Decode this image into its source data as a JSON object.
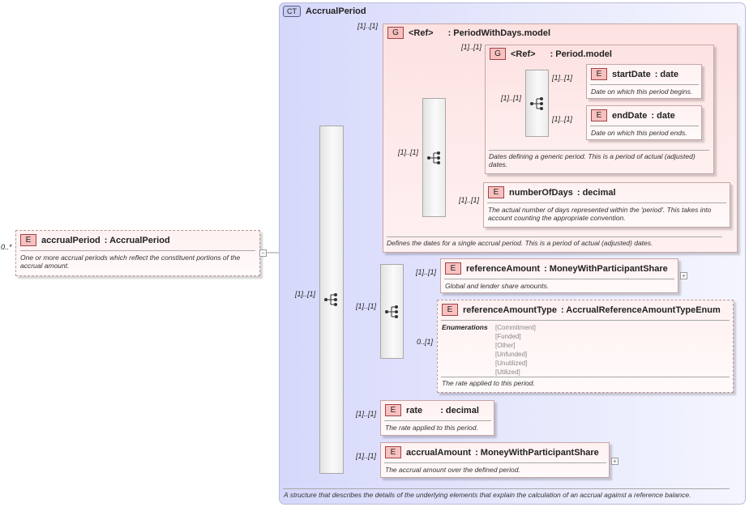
{
  "root": {
    "badge": "E",
    "name": "accrualPeriod",
    "type": ": AccrualPeriod",
    "desc": "One or more accrual periods which reflect the constituent portions of the accrual amount.",
    "mult": "0..*",
    "collapse": "−"
  },
  "complex_type": {
    "badge": "CT",
    "name": "AccrualPeriod",
    "desc": "A structure that describes the details of the underlying elements that explain the calculation of an accrual against a reference balance."
  },
  "main_sequence": {
    "mult": "[1]..[1]",
    "icon": "sequence-icon"
  },
  "group_period_with_days": {
    "badge": "G",
    "ref": "<Ref>",
    "name": ": PeriodWithDays.model",
    "mult": "[1]..[1]",
    "seq_mult": "[1]..[1]",
    "desc": "Defines the dates for a single accrual period. This is a period of actual (adjusted) dates."
  },
  "group_period": {
    "badge": "G",
    "ref": "<Ref>",
    "name": ": Period.model",
    "mult": "[1]..[1]",
    "seq_mult": "[1]..[1]",
    "desc": "Dates defining a generic period. This is a period of actual (adjusted) dates."
  },
  "start_date": {
    "badge": "E",
    "name": "startDate",
    "type": ": date",
    "mult": "[1]..[1]",
    "desc": "Date on which this period begins."
  },
  "end_date": {
    "badge": "E",
    "name": "endDate",
    "type": ": date",
    "mult": "[1]..[1]",
    "desc": "Date on which this period ends."
  },
  "number_of_days": {
    "badge": "E",
    "name": "numberOfDays",
    "type": ": decimal",
    "mult": "[1]..[1]",
    "desc": "The actual number of days represented within the 'period'. This takes into account counting the appropriate convention."
  },
  "reference_sequence": {
    "mult": "[1]..[1]"
  },
  "reference_amount": {
    "badge": "E",
    "name": "referenceAmount",
    "type": ": MoneyWithParticipantShare",
    "mult": "[1]..[1]",
    "desc": "Global and lender share amounts.",
    "expand": "+"
  },
  "reference_amount_type": {
    "badge": "E",
    "name": "referenceAmountType",
    "type": ": AccrualReferenceAmountTypeEnum",
    "mult": "0..[1]",
    "enum_label": "Enumerations",
    "enums": [
      "[Commitment]",
      "[Funded]",
      "[Other]",
      "[Unfunded]",
      "[Unutilized]",
      "[Utilized]"
    ],
    "desc": "The rate applied to this period."
  },
  "rate": {
    "badge": "E",
    "name": "rate",
    "type": ": decimal",
    "mult": "[1]..[1]",
    "desc": "The rate applied to this period."
  },
  "accrual_amount": {
    "badge": "E",
    "name": "accrualAmount",
    "type": ": MoneyWithParticipantShare",
    "mult": "[1]..[1]",
    "desc": "The accrual amount over the defined period.",
    "expand": "+"
  }
}
